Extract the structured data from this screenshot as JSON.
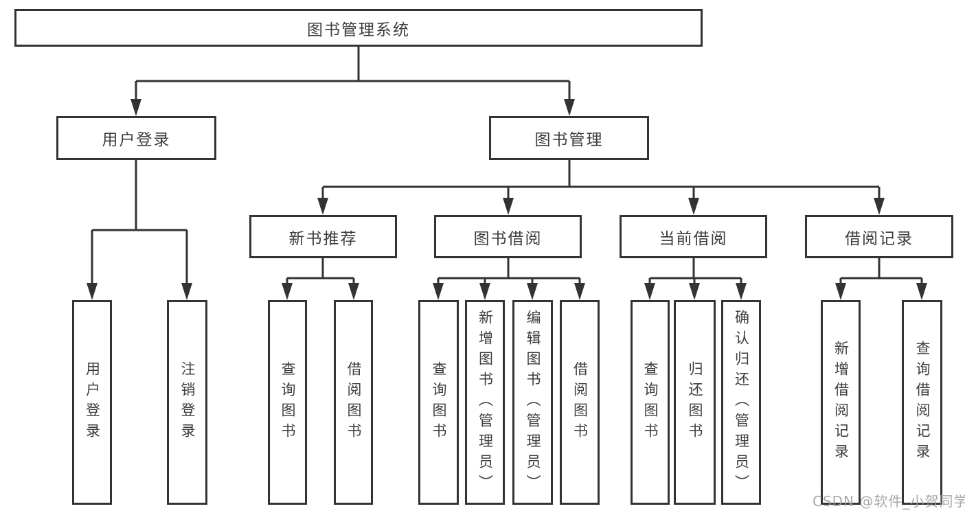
{
  "tree": {
    "label": "图书管理系统",
    "children": [
      {
        "label": "用户登录",
        "children": [
          {
            "label": "用户登录"
          },
          {
            "label": "注销登录"
          }
        ]
      },
      {
        "label": "图书管理",
        "children": [
          {
            "label": "新书推荐",
            "children": [
              {
                "label": "查询图书"
              },
              {
                "label": "借阅图书"
              }
            ]
          },
          {
            "label": "图书借阅",
            "children": [
              {
                "label": "查询图书"
              },
              {
                "label": "新增图书（管理员）"
              },
              {
                "label": "编辑图书（管理员）"
              },
              {
                "label": "借阅图书"
              }
            ]
          },
          {
            "label": "当前借阅",
            "children": [
              {
                "label": "查询图书"
              },
              {
                "label": "归还图书"
              },
              {
                "label": "确认归还（管理员）"
              }
            ]
          },
          {
            "label": "借阅记录",
            "children": [
              {
                "label": "新增借阅记录"
              },
              {
                "label": "查询借阅记录"
              }
            ]
          }
        ]
      }
    ]
  },
  "watermark": {
    "text": "CSDN @软件_小贺同学"
  },
  "colors": {
    "line": "#333333",
    "text": "#3d3d3d",
    "background": "#ffffff",
    "watermark": "#9e9e9e"
  }
}
